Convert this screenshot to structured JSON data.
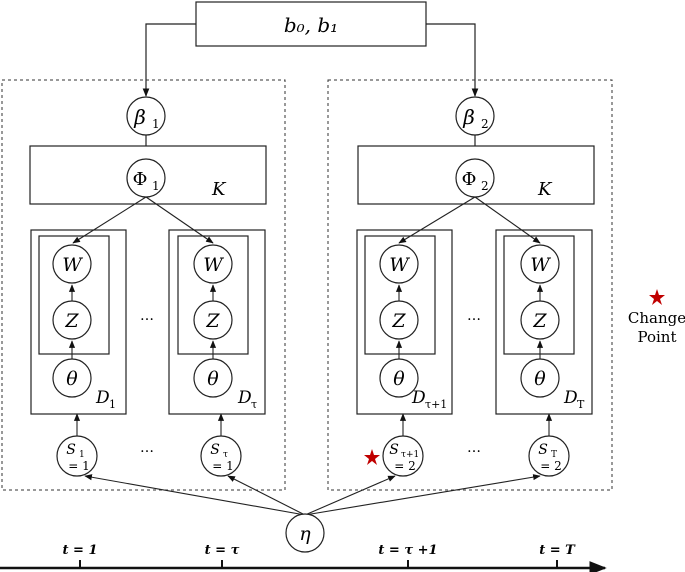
{
  "top_node": {
    "label": "b₀, b₁"
  },
  "groups": [
    {
      "beta": {
        "base": "β",
        "sub": "1"
      },
      "phi": {
        "base": "Φ",
        "sub": "1"
      },
      "k_label": "K",
      "docs": [
        {
          "w": "W",
          "z": "Z",
          "theta": "θ",
          "d_base": "D",
          "d_sub": "1",
          "s_base": "S",
          "s_sub": "1",
          "s_eq": "= 1"
        },
        {
          "w": "W",
          "z": "Z",
          "theta": "θ",
          "d_base": "D",
          "d_sub": "τ",
          "s_base": "S",
          "s_sub": "τ",
          "s_eq": "= 1"
        }
      ]
    },
    {
      "beta": {
        "base": "β",
        "sub": "2"
      },
      "phi": {
        "base": "Φ",
        "sub": "2"
      },
      "k_label": "K",
      "docs": [
        {
          "w": "W",
          "z": "Z",
          "theta": "θ",
          "d_base": "D",
          "d_sub": "τ+1",
          "s_base": "S",
          "s_sub": "τ+1",
          "s_eq": "= 2"
        },
        {
          "w": "W",
          "z": "Z",
          "theta": "θ",
          "d_base": "D",
          "d_sub": "T",
          "s_base": "S",
          "s_sub": "T",
          "s_eq": "= 2"
        }
      ]
    }
  ],
  "ellipsis": "…",
  "eta": "η",
  "legend": {
    "icon": "star-icon",
    "line1": "Change",
    "line2": "Point",
    "color": "#c00000"
  },
  "timeline": {
    "ticks": [
      "t = 1",
      "t = τ",
      "t = τ +1",
      "t = T"
    ]
  }
}
